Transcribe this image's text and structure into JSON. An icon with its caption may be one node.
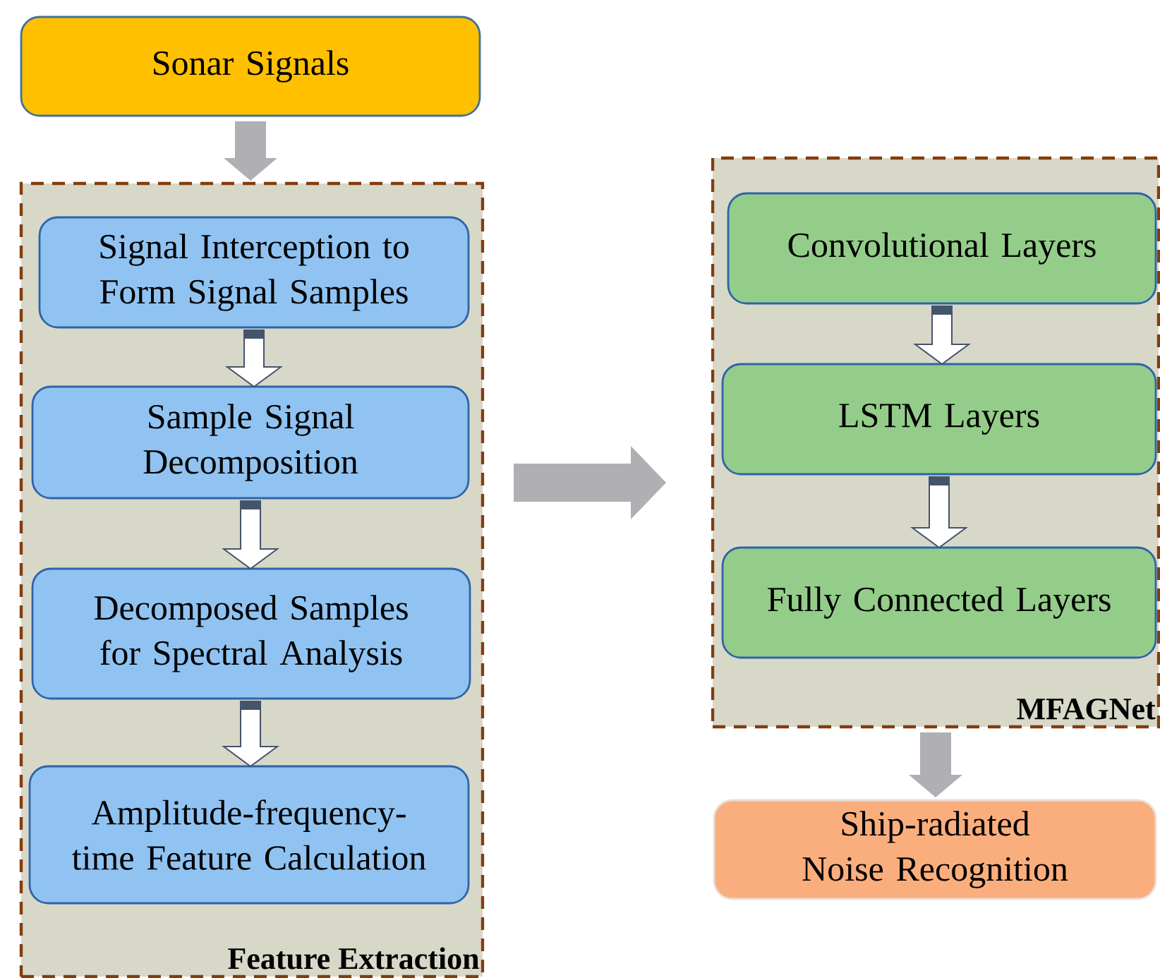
{
  "diagram": {
    "nodes": [
      {
        "text": [
          "Sonar Signals"
        ]
      },
      {
        "text": [
          "Feature Extraction"
        ]
      },
      {
        "text": [
          "Signal Interception to Form Signal Samples"
        ],
        "in": 1
      },
      {
        "text": [
          "Sample Signal Decomposition"
        ],
        "in": 1
      },
      {
        "text": [
          "Decomposed Samples for Spectral Analysis"
        ],
        "in": 1
      },
      {
        "text": [
          "Amplitude-frequency-time Feature Calculation"
        ],
        "in": 1
      },
      {
        "text": [
          "MFAGNet"
        ]
      },
      {
        "text": [
          "Convolutional Layers"
        ],
        "in": 6
      },
      {
        "text": [
          "LSTM Layers"
        ],
        "in": 6
      },
      {
        "text": [
          "Fully Connected Layers"
        ],
        "in": 6
      },
      {
        "text": [
          "Ship-radiated Noise Recognition"
        ]
      }
    ],
    "edges": [
      {
        "from": 0,
        "to": 1,
        "arrow": "to",
        "color": "#afafb4"
      },
      {
        "from": 2,
        "to": 3,
        "arrow": "to"
      },
      {
        "from": 3,
        "to": 4,
        "arrow": "to"
      },
      {
        "from": 4,
        "to": 5,
        "arrow": "to"
      },
      {
        "from": 1,
        "to": 6,
        "arrow": "to",
        "color": "#afafb4"
      },
      {
        "from": 7,
        "to": 8,
        "arrow": "to"
      },
      {
        "from": 8,
        "to": 9,
        "arrow": "to"
      },
      {
        "from": 6,
        "to": 10,
        "arrow": "to",
        "color": "#afafb4"
      }
    ]
  }
}
